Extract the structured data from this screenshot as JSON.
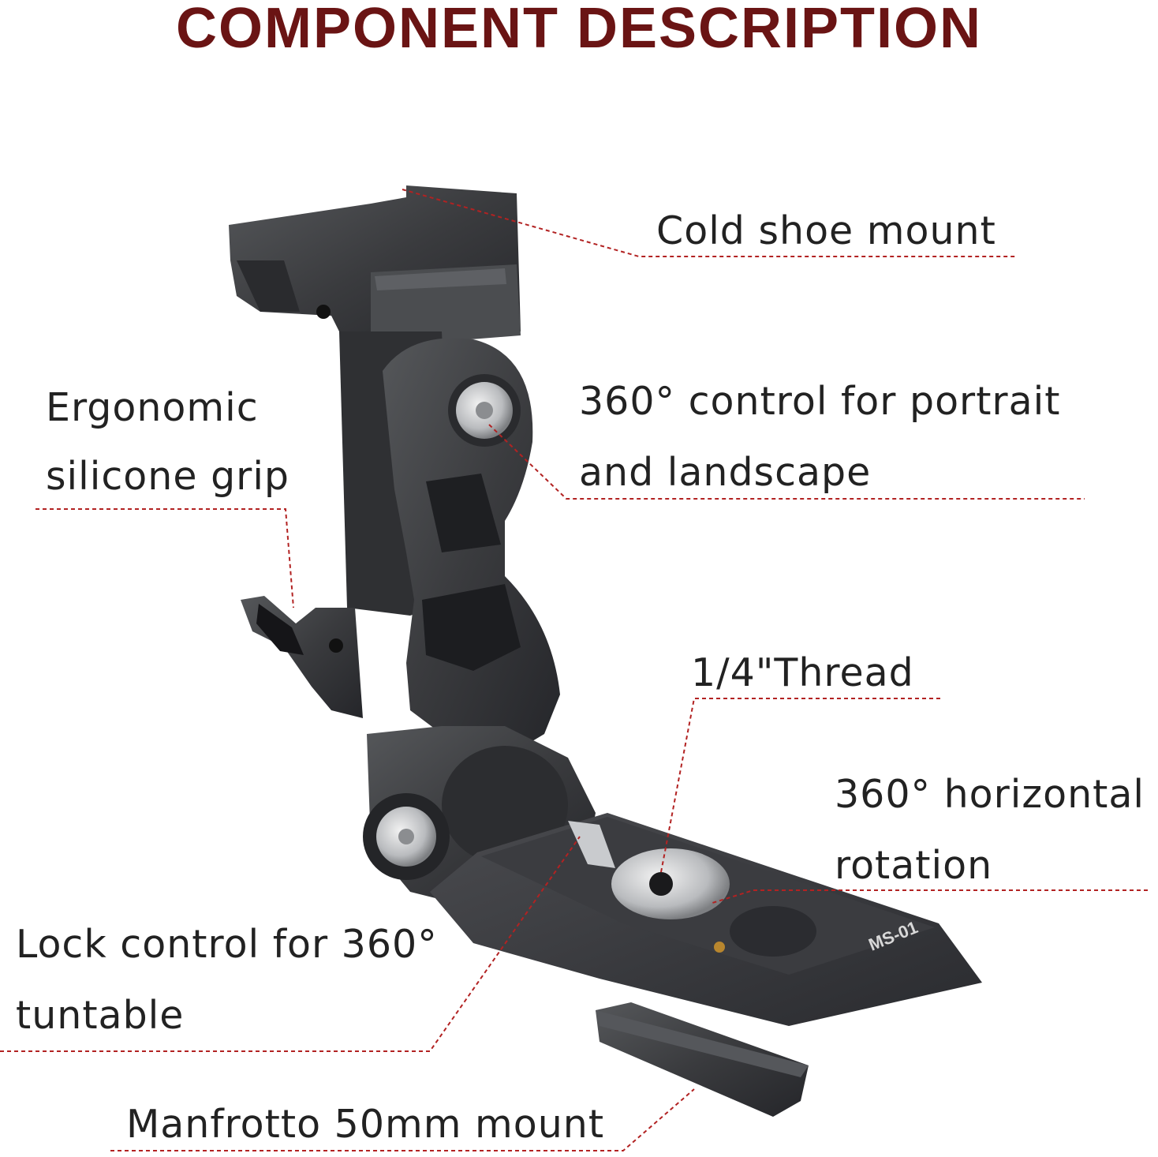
{
  "title": "COMPONENT DESCRIPTION",
  "labels": {
    "cold_shoe": "Cold shoe mount",
    "ergonomic_line1": "Ergonomic",
    "ergonomic_line2": "silicone grip",
    "control_line1": "360°  control for portrait",
    "control_line2": "and landscape",
    "thread": "1/4\"Thread",
    "horizontal_line1": "360°  horizontal",
    "horizontal_line2": "rotation",
    "lock_line1": "Lock control for 360°",
    "lock_line2": "tuntable",
    "manfrotto": "Manfrotto 50mm mount"
  },
  "plate_marking": "MS-01",
  "colors": {
    "title": "#6a1414",
    "leader_line": "#b22222",
    "text": "#222222",
    "product_body": "#3a3b3d"
  }
}
